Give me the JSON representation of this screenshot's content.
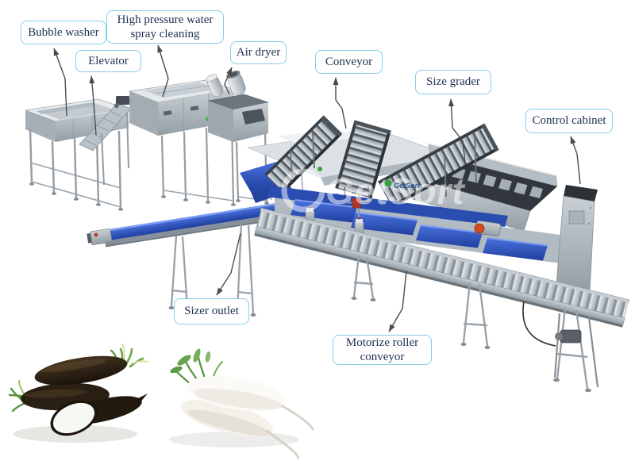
{
  "diagram": {
    "title_labels": [
      {
        "id": "bubble-washer",
        "text": "Bubble washer"
      },
      {
        "id": "high-pressure-spray",
        "text": "High pressure water spray cleaning"
      },
      {
        "id": "elevator",
        "text": "Elevator"
      },
      {
        "id": "air-dryer",
        "text": "Air dryer"
      },
      {
        "id": "conveyor",
        "text": "Conveyor"
      },
      {
        "id": "size-grader",
        "text": "Size grader"
      },
      {
        "id": "control-cabinet",
        "text": "Control cabinet"
      },
      {
        "id": "sizer-outlet",
        "text": "Sizer outlet"
      },
      {
        "id": "motorize-roller-conveyor",
        "text": "Motorize roller conveyor"
      }
    ],
    "watermark": {
      "text": "GetSort"
    },
    "machine_logo_text": "GetSort",
    "colors": {
      "label_border": "#87cdeb",
      "label_text": "#1e3050",
      "arrow": "#4b4b4b",
      "belt_blue": "#2b4db0",
      "steel_light": "#dfe4e7",
      "steel_mid": "#b5bdc3",
      "steel_dark": "#8a939a"
    }
  }
}
